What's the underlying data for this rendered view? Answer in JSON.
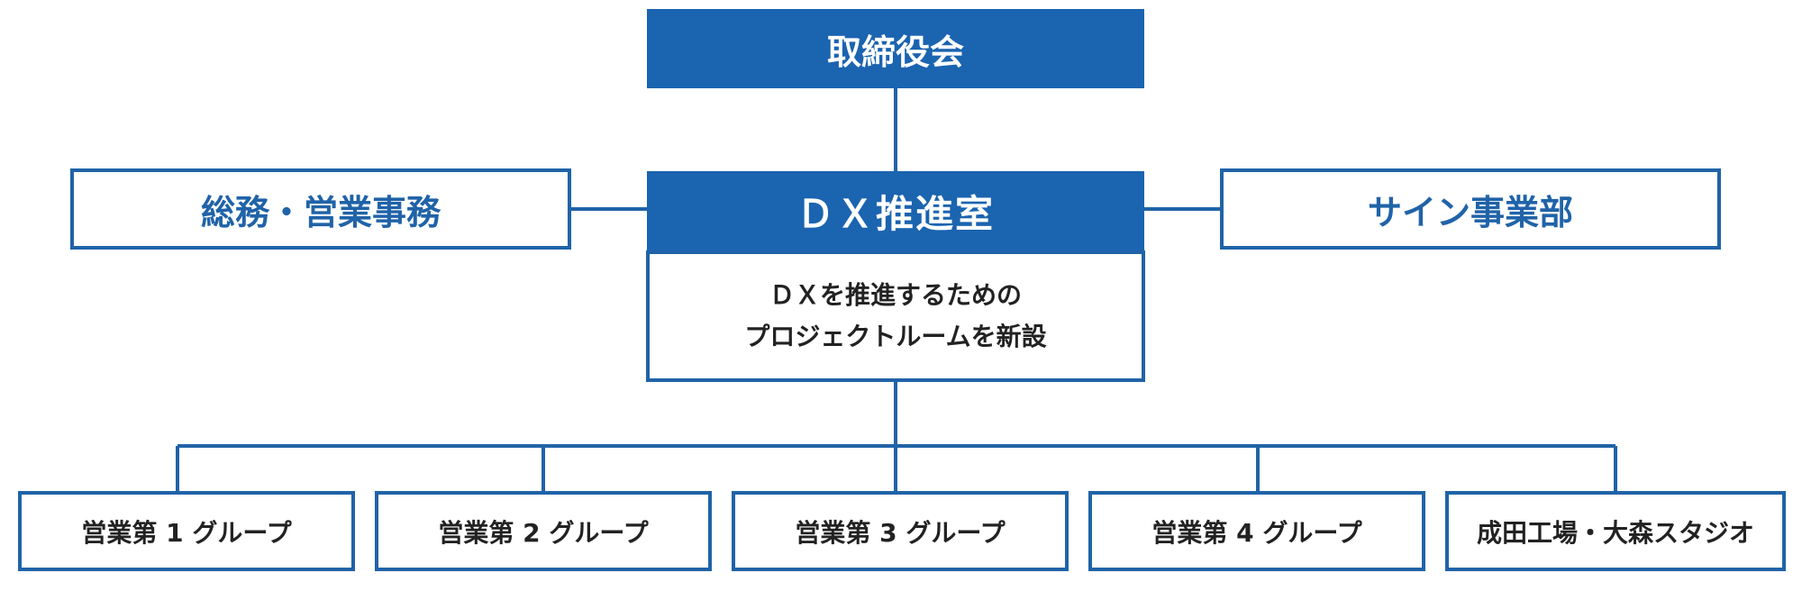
{
  "board": {
    "label": "取締役会"
  },
  "dx_office": {
    "label": "ＤＸ推進室",
    "description_line1": "ＤＸを推進するための",
    "description_line2": "プロジェクトルームを新設"
  },
  "left_department": {
    "label": "総務・営業事務"
  },
  "right_department": {
    "label": "サイン事業部"
  },
  "groups": [
    {
      "label": "営業第 1 グループ"
    },
    {
      "label": "営業第 2 グループ"
    },
    {
      "label": "営業第 3 グループ"
    },
    {
      "label": "営業第 4 グループ"
    },
    {
      "label": "成田工場・大森スタジオ"
    }
  ],
  "colors": {
    "primary_blue": "#1b64b0",
    "border_blue": "#2063a8",
    "dark_text": "#222222"
  }
}
